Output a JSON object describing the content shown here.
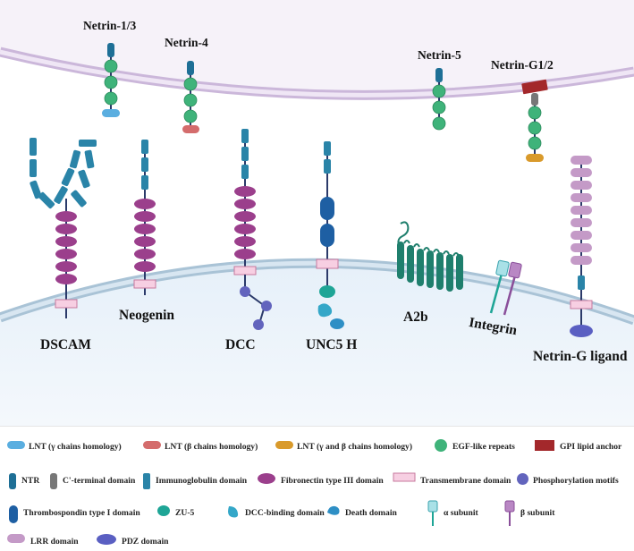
{
  "labels": {
    "netrin13": "Netrin-1/3",
    "netrin4": "Netrin-4",
    "netrin5": "Netrin-5",
    "netrinG12": "Netrin-G1/2",
    "dscam": "DSCAM",
    "neogenin": "Neogenin",
    "dcc": "DCC",
    "unc5h": "UNC5 H",
    "a2b": "A2b",
    "integrin": "Integrin",
    "netrinGligand": "Netrin-G ligand"
  },
  "legend": [
    {
      "key": "lnt_gamma",
      "text": "LNT (γ chains homology)",
      "icon": "lnt-gamma-icon",
      "color": "#5aaee0"
    },
    {
      "key": "lnt_beta",
      "text": "LNT (β chains homology)",
      "icon": "lnt-beta-icon",
      "color": "#d46c6c"
    },
    {
      "key": "lnt_gamma_beta",
      "text": "LNT (γ and β chains homology)",
      "icon": "lnt-gamma-beta-icon",
      "color": "#d99a2b"
    },
    {
      "key": "egf",
      "text": "EGF-like repeats",
      "icon": "egf-icon",
      "color": "#3fb37a"
    },
    {
      "key": "gpi",
      "text": "GPI lipid anchor",
      "icon": "gpi-anchor-icon",
      "color": "#a3282b"
    },
    {
      "key": "ntr",
      "text": "NTR",
      "icon": "ntr-icon",
      "color": "#1e6f96"
    },
    {
      "key": "cterm",
      "text": "C'-terminal domain",
      "icon": "c-terminal-icon",
      "color": "#777777"
    },
    {
      "key": "ig",
      "text": "Immunoglobulin domain",
      "icon": "immunoglobulin-icon",
      "color": "#2a84a8"
    },
    {
      "key": "fn3",
      "text": "Fibronectin type III domain",
      "icon": "fibronectin-icon",
      "color": "#9b3f8c"
    },
    {
      "key": "tm",
      "text": "Transmembrane domain",
      "icon": "transmembrane-icon",
      "color": "#f7cfe2"
    },
    {
      "key": "phos",
      "text": "Phosphorylation motifs",
      "icon": "phosphorylation-icon",
      "color": "#6264bd"
    },
    {
      "key": "tsp",
      "text": "Thrombospondin type I domain",
      "icon": "thrombospondin-icon",
      "color": "#1e5fa3"
    },
    {
      "key": "zu5",
      "text": "ZU-5",
      "icon": "zu5-icon",
      "color": "#1ea596"
    },
    {
      "key": "dccb",
      "text": "DCC-binding domain",
      "icon": "dcc-binding-icon",
      "color": "#34a7c8"
    },
    {
      "key": "death",
      "text": "Death domain",
      "icon": "death-domain-icon",
      "color": "#2e8fc5"
    },
    {
      "key": "alpha",
      "text": "α subunit",
      "icon": "alpha-subunit-icon",
      "color": "#a9e1e7"
    },
    {
      "key": "beta",
      "text": "β subunit",
      "icon": "beta-subunit-icon",
      "color": "#b987c4"
    },
    {
      "key": "lrr",
      "text": "LRR domain",
      "icon": "lrr-icon",
      "color": "#c49ac7"
    },
    {
      "key": "pdz",
      "text": "PDZ domain",
      "icon": "pdz-icon",
      "color": "#5a5fc2"
    }
  ]
}
